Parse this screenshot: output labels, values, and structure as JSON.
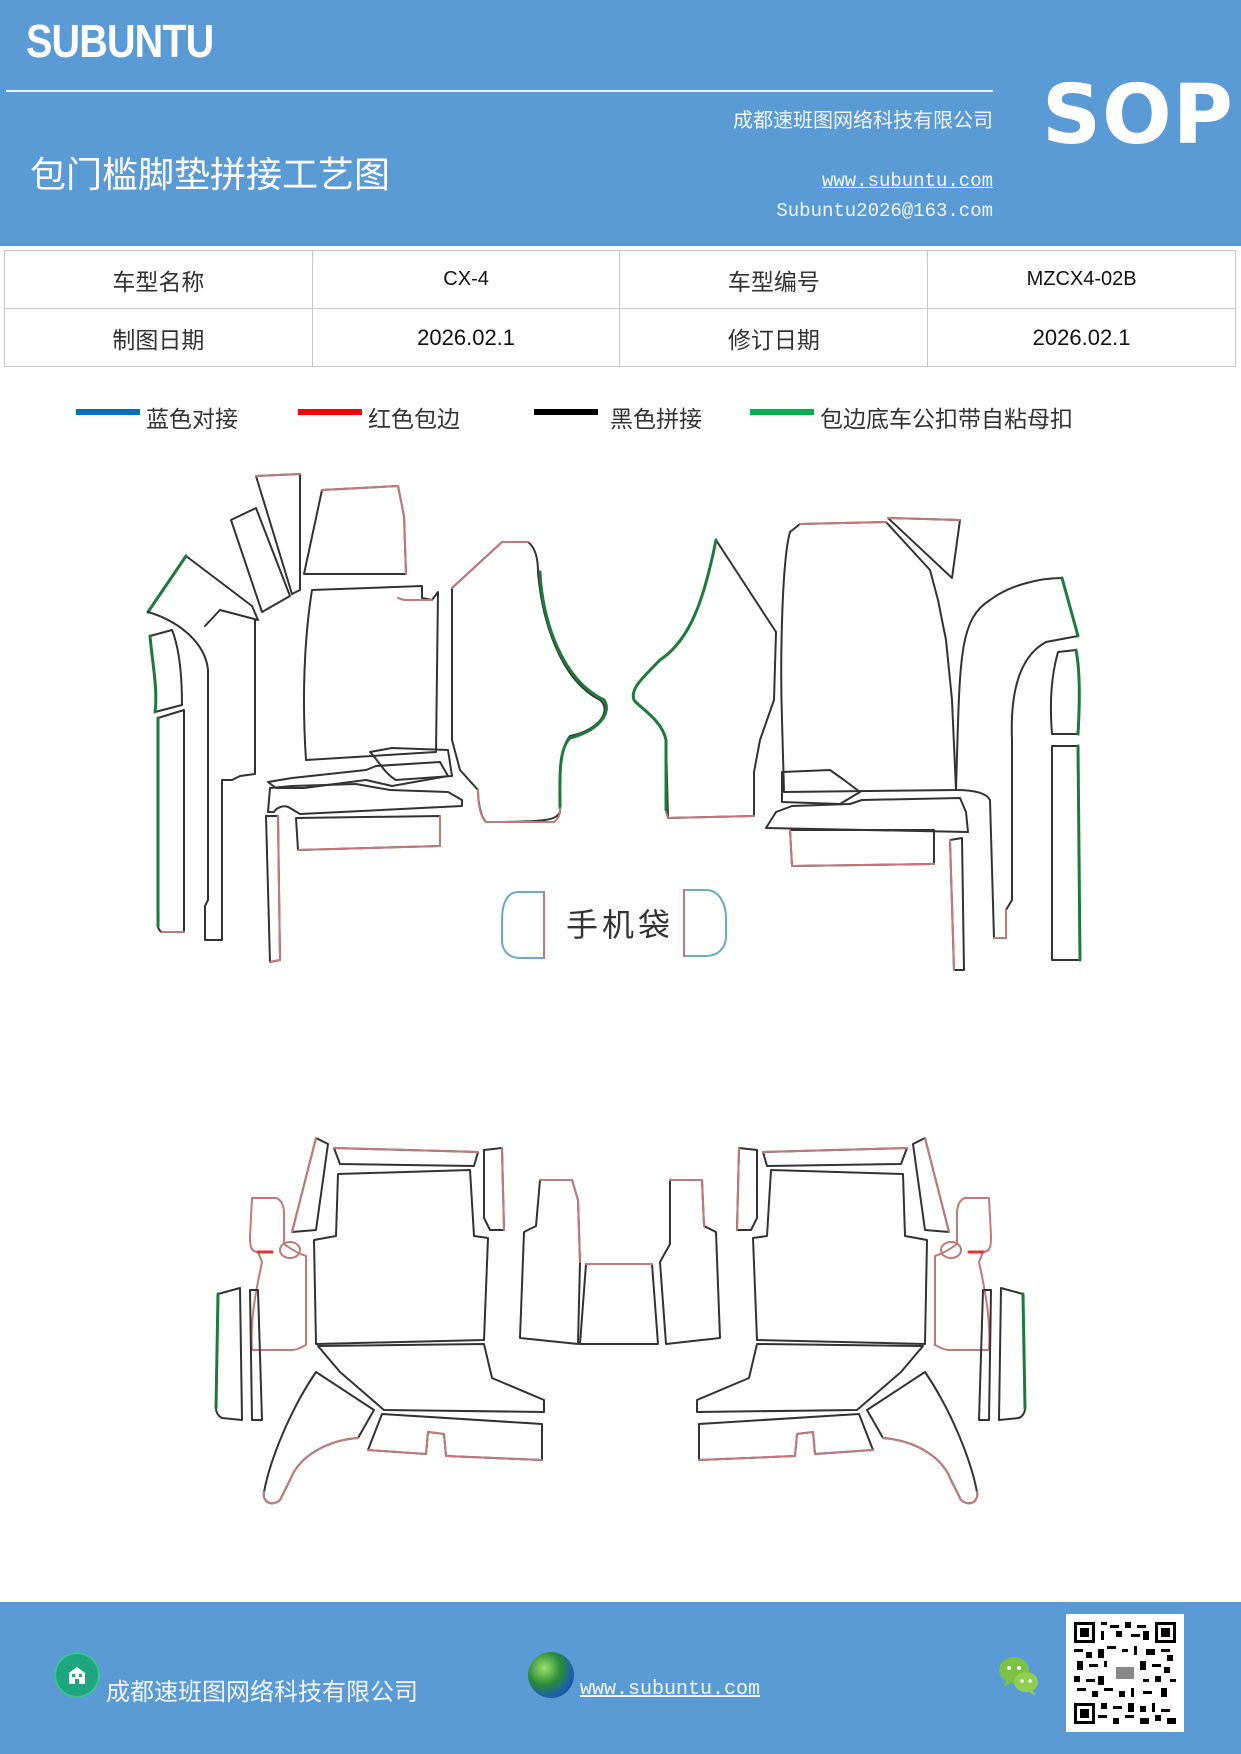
{
  "header": {
    "brand": "SUBUNTU",
    "doc_type": "SOP",
    "company": "成都速班图网络科技有限公司",
    "title": "包门槛脚垫拼接工艺图",
    "website": "www.subuntu.com",
    "email": "Subuntu2026@163.com",
    "background_color": "#5b9bd5"
  },
  "info_table": {
    "rows": [
      [
        {
          "label": "车型名称",
          "value": "CX-4"
        },
        {
          "label": "车型编号",
          "value": "MZCX4-02B"
        }
      ],
      [
        {
          "label": "制图日期",
          "value": "2026.02.1"
        },
        {
          "label": "修订日期",
          "value": "2026.02.1"
        }
      ]
    ]
  },
  "legend": [
    {
      "label": "蓝色对接",
      "color": "#0070c0"
    },
    {
      "label": "红色包边",
      "color": "#ff0000"
    },
    {
      "label": "黑色拼接",
      "color": "#000000"
    },
    {
      "label": "包边底车公扣带自粘母扣",
      "color": "#00b050"
    }
  ],
  "diagram": {
    "phone_pocket_label": "手机袋",
    "line_colors": {
      "black": "#333333",
      "red": "#c07a7a",
      "green": "#1e7a3c",
      "blue": "#6aaac8"
    }
  },
  "footer": {
    "company": "成都速班图网络科技有限公司",
    "website": "www.subuntu.com",
    "icons": [
      "building-icon",
      "globe-icon",
      "wechat-icon",
      "qr-code"
    ]
  }
}
